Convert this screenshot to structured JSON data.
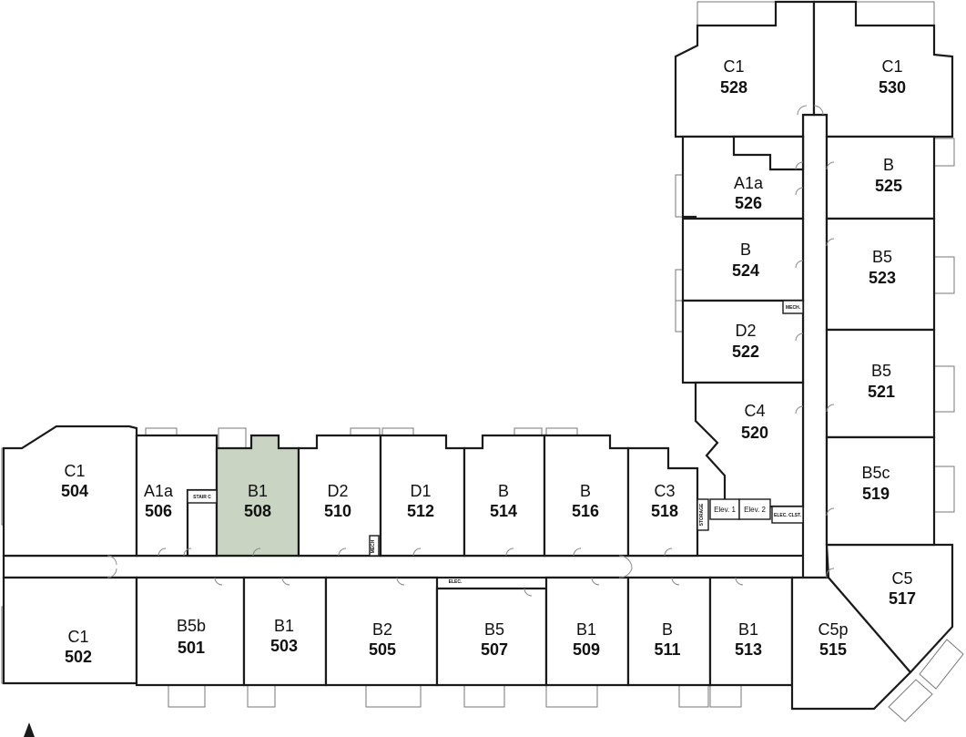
{
  "floor_plan": {
    "units": [
      {
        "type": "C1",
        "number": "504"
      },
      {
        "type": "A1a",
        "number": "506"
      },
      {
        "type": "B1",
        "number": "508"
      },
      {
        "type": "D2",
        "number": "510"
      },
      {
        "type": "D1",
        "number": "512"
      },
      {
        "type": "B",
        "number": "514"
      },
      {
        "type": "B",
        "number": "516"
      },
      {
        "type": "C3",
        "number": "518"
      },
      {
        "type": "C1",
        "number": "502"
      },
      {
        "type": "B5b",
        "number": "501"
      },
      {
        "type": "B1",
        "number": "503"
      },
      {
        "type": "B2",
        "number": "505"
      },
      {
        "type": "B5",
        "number": "507"
      },
      {
        "type": "B1",
        "number": "509"
      },
      {
        "type": "B",
        "number": "511"
      },
      {
        "type": "B1",
        "number": "513"
      },
      {
        "type": "C5p",
        "number": "515"
      },
      {
        "type": "C5",
        "number": "517"
      },
      {
        "type": "C1",
        "number": "528"
      },
      {
        "type": "C1",
        "number": "530"
      },
      {
        "type": "A1a",
        "number": "526"
      },
      {
        "type": "B",
        "number": "525"
      },
      {
        "type": "B",
        "number": "524"
      },
      {
        "type": "B5",
        "number": "523"
      },
      {
        "type": "D2",
        "number": "522"
      },
      {
        "type": "B5",
        "number": "521"
      },
      {
        "type": "C4",
        "number": "520"
      },
      {
        "type": "B5c",
        "number": "519"
      }
    ],
    "highlighted_unit": "508",
    "highlight_color": "#c9d5c2",
    "utility_labels": {
      "stair_c": "STAIR C",
      "mech_west": "MECH",
      "elec": "ELEC.",
      "mech_east": "MECH.",
      "storage": "STORAGE",
      "elev_1": "Elev. 1",
      "elev_2": "Elev. 2",
      "elec_closet": "ELEC. CLST."
    },
    "north_arrow": "north-arrow-icon"
  }
}
